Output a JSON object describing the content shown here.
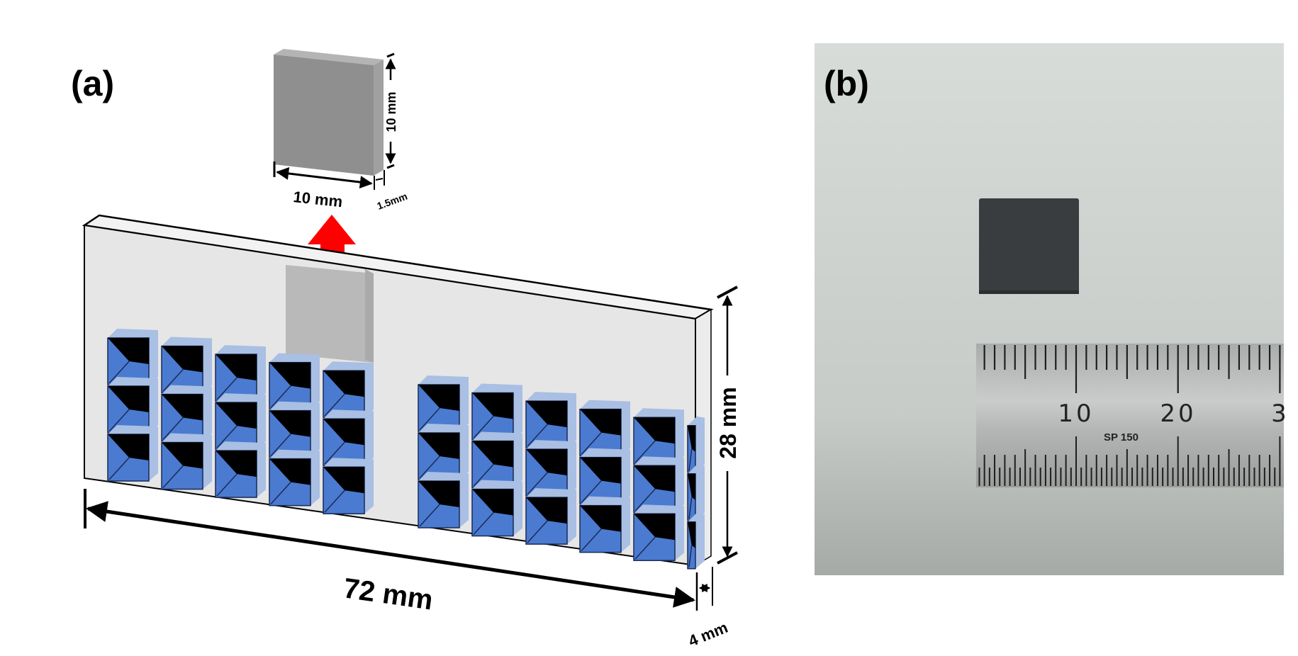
{
  "panels": {
    "a": {
      "label": "(a)",
      "sample": {
        "width_label": "10 mm",
        "height_label": "10 mm",
        "thickness_label": "1.5mm"
      },
      "plate": {
        "length_label": "72 mm",
        "height_label": "28 mm",
        "thickness_label": "4 mm"
      },
      "cell_array": {
        "left_group": {
          "columns": 5,
          "rows": 3
        },
        "right_group": {
          "columns": 5,
          "rows": 3,
          "partial_columns": 1
        }
      },
      "colors": {
        "cell_face": "#4a7bd1",
        "cell_frame": "#a9bfe3",
        "cell_shadow": "#000000",
        "plate": "#e6e6e6",
        "sample": "#8f8f8f",
        "slot": "#b9b9b9",
        "arrow": "#ff0000"
      }
    },
    "b": {
      "label": "(b)",
      "ruler": {
        "numbers": [
          "10",
          "20",
          "3"
        ],
        "brand": "SP 150"
      },
      "colors": {
        "background": "#d3d7d4",
        "sample": "#3a3d40",
        "ruler": "#b8bbb9"
      }
    }
  }
}
